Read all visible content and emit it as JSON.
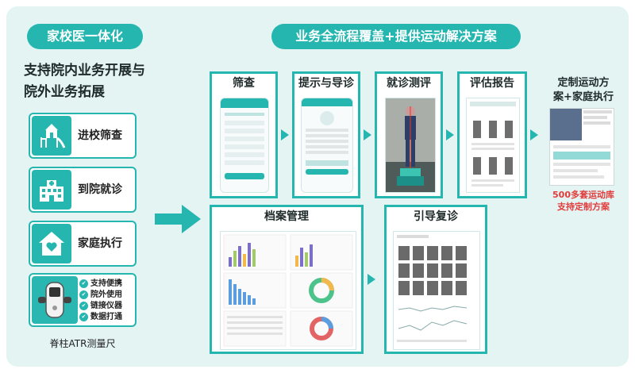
{
  "left_section": {
    "pill_label": "家校医一体化",
    "headline": [
      "支持院内业务开展与",
      "院外业务拓展"
    ],
    "features": [
      {
        "label": "进校筛查",
        "icon": "playground-slide-icon"
      },
      {
        "label": "到院就诊",
        "icon": "hospital-building-icon"
      },
      {
        "label": "家庭执行",
        "icon": "house-heart-icon"
      }
    ],
    "device": {
      "icon": "spine-atr-device-icon",
      "points": [
        "支持便携",
        "院外使用",
        "链接仪器",
        "数据打通"
      ],
      "caption": "脊柱ATR测量尺"
    }
  },
  "right_section": {
    "pill_label": "业务全流程覆盖+提供运动解决方案",
    "steps": [
      {
        "label": "筛查"
      },
      {
        "label": "提示与导诊"
      },
      {
        "label": "就诊测评"
      },
      {
        "label": "评估报告"
      },
      {
        "label": "档案管理"
      },
      {
        "label": "引导复诊"
      }
    ],
    "plan": {
      "title": [
        "定制运动方",
        "案+家庭执行"
      ],
      "note": [
        "500多套运动库",
        "支持定制方案"
      ]
    }
  },
  "colors": {
    "accent": "#25b6b0",
    "background": "#e3f4f3",
    "note_red": "#e23b3b"
  }
}
